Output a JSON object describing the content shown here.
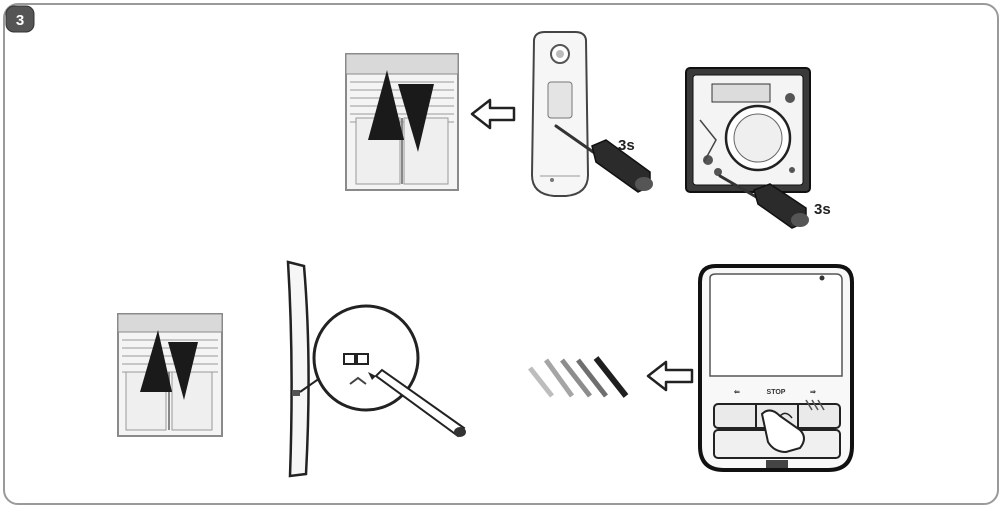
{
  "step": {
    "number": "3"
  },
  "labels": {
    "hold_time_top_middle": "3s",
    "hold_time_top_right": "3s",
    "remote_stop_label": "STOP"
  },
  "colors": {
    "line": "#222222",
    "panel": "#f2f2f2",
    "border": "#9a9a9a"
  }
}
